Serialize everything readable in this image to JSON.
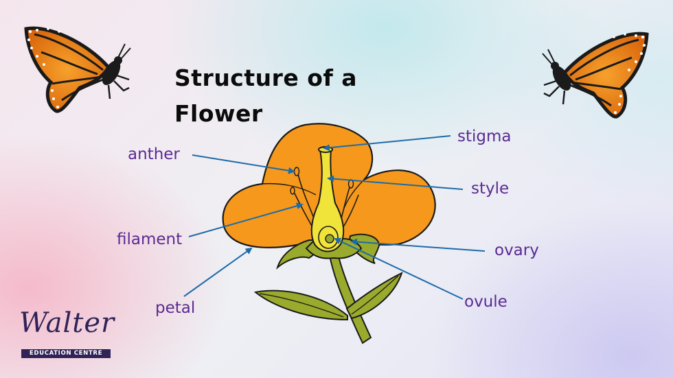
{
  "title_line1": "Structure of a",
  "title_line2": "Flower",
  "labels": {
    "anther": "anther",
    "filament": "filament",
    "petal": "petal",
    "stigma": "stigma",
    "style": "style",
    "ovary": "ovary",
    "ovule": "ovule"
  },
  "logo": {
    "script": "Walter",
    "bar": "EDUCATION CENTRE"
  },
  "colors": {
    "label_text": "#5b2a92",
    "arrow": "#1c6aa8",
    "petal": "#f5981c",
    "style": "#f0e33a",
    "leaf": "#9aaa2c"
  },
  "icons": [
    "monarch-butterfly-icon"
  ]
}
